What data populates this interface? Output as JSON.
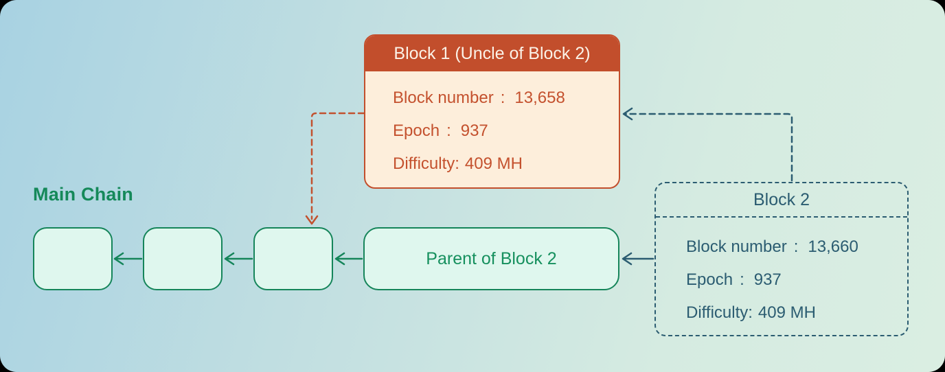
{
  "diagram": {
    "main_chain_label": "Main Chain",
    "parent_block": {
      "label": "Parent of Block 2"
    },
    "block1": {
      "title": "Block 1 (Uncle of Block 2)",
      "fields": [
        {
          "label": "Block number",
          "sep": ":",
          "value": "13,658"
        },
        {
          "label": "Epoch",
          "sep": ":",
          "value": "937"
        },
        {
          "label": "Difficulty",
          "sep": ":",
          "value": "409 MH"
        }
      ]
    },
    "block2": {
      "title": "Block 2",
      "fields": [
        {
          "label": "Block number",
          "sep": ":",
          "value": "13,660"
        },
        {
          "label": "Epoch",
          "sep": ":",
          "value": "937"
        },
        {
          "label": "Difficulty",
          "sep": ":",
          "value": "409 MH"
        }
      ]
    },
    "colors": {
      "chain_green": "#15855a",
      "chain_fill": "#dff7ee",
      "uncle_orange": "#c24e2c",
      "uncle_fill": "#fdeedb",
      "block2_teal": "#2b5c71",
      "background_blue": "#a8d2e2",
      "background_green": "#daeee2"
    }
  }
}
